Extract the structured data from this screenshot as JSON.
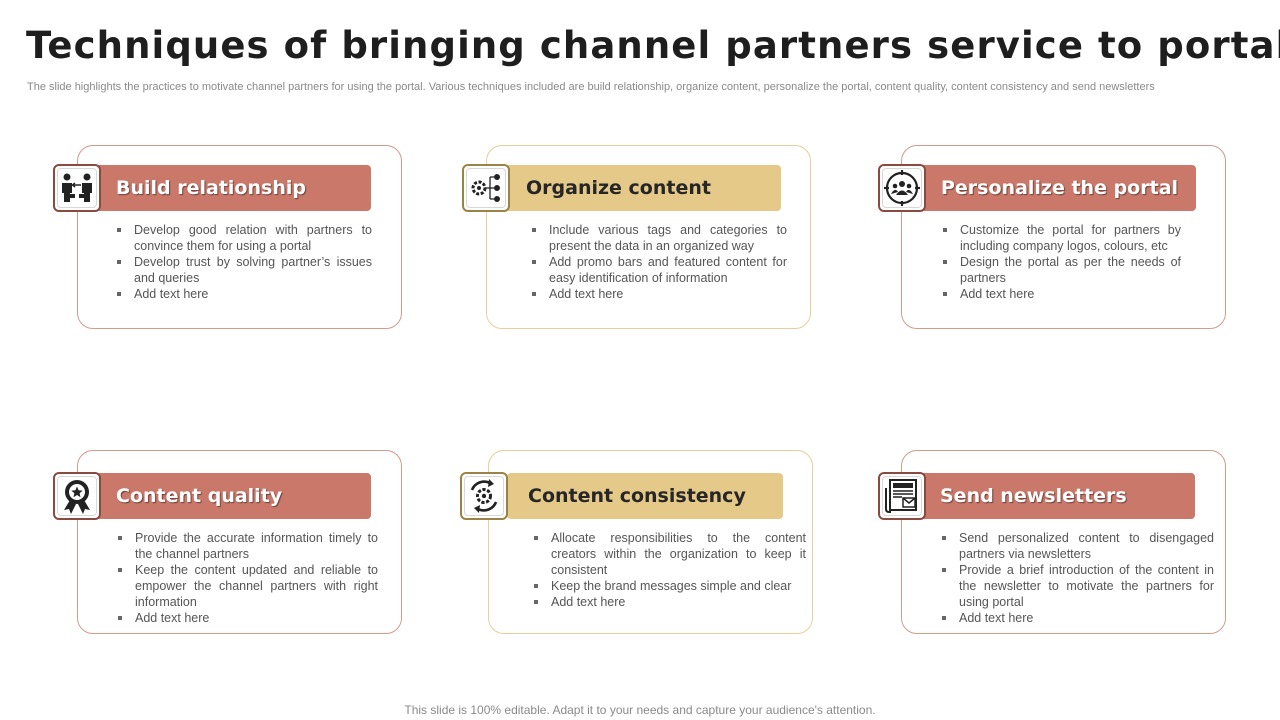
{
  "title": "Techniques of bringing channel partners service to portal",
  "subtitle": "The slide highlights the practices to motivate channel partners for using the portal. Various techniques included are build relationship, organize content, personalize the portal, content quality, content consistency and send newsletters",
  "cards": [
    {
      "heading": "Build relationship",
      "icon": "handshake-people-icon",
      "bullets": [
        "Develop good relation with partners to convince them for using a portal",
        "Develop trust by solving partner’s issues and queries",
        "Add text here"
      ]
    },
    {
      "heading": "Organize content",
      "icon": "hierarchy-gear-icon",
      "bullets": [
        "Include various tags and categories to present the data in an organized way",
        "Add promo bars and featured content for easy identification of information",
        "Add text here"
      ]
    },
    {
      "heading": "Personalize the portal",
      "icon": "group-target-icon",
      "bullets": [
        "Customize the portal for partners by including company logos, colours, etc",
        "Design the portal as per the needs of partners",
        "Add text here"
      ]
    },
    {
      "heading": "Content quality",
      "icon": "award-badge-icon",
      "bullets": [
        "Provide the accurate information timely to the channel partners",
        "Keep the content updated and reliable to empower the channel partners with right information",
        "Add text here"
      ]
    },
    {
      "heading": "Content consistency",
      "icon": "refresh-cycle-icon",
      "bullets": [
        "Allocate responsibilities to the content creators within the organization to keep it consistent",
        "Keep the brand messages simple and clear",
        "Add text here"
      ]
    },
    {
      "heading": "Send newsletters",
      "icon": "newspaper-mail-icon",
      "bullets": [
        "Send personalized content to disengaged partners via newsletters",
        "Provide a brief introduction of the content in the newsletter to motivate the partners for using portal",
        "Add text here"
      ]
    }
  ],
  "colors": {
    "terracotta": "#c9786a",
    "tan": "#e4c989",
    "terracotta_border": "#d49a8c",
    "tan_border": "#e7cf97"
  },
  "footer": "This slide is 100% editable. Adapt it to your needs and capture your audience's attention."
}
